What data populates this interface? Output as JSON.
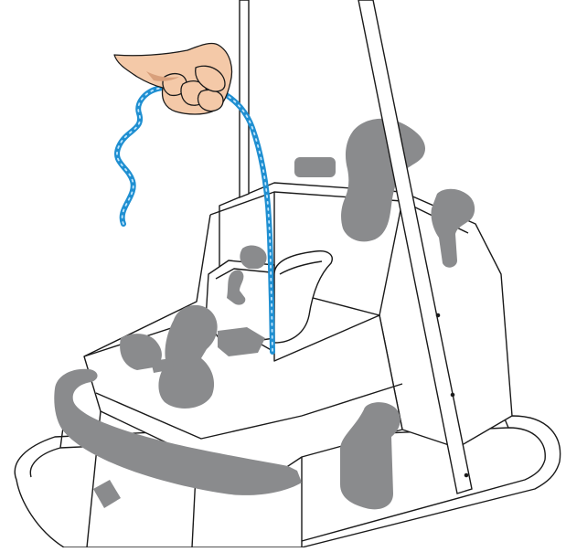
{
  "figure": {
    "colors": {
      "background": "#ffffff",
      "outline": "#1a1a1a",
      "part_gray": "#8a8b8d",
      "rope_blue": "#1f8fd1",
      "rope_dots": "#bfe6ff",
      "skin": "#f4c9a8",
      "skin_shadow": "#d9a07c"
    },
    "icons": [
      "hand",
      "rope",
      "pole",
      "seat-assembly",
      "base-tub"
    ]
  }
}
